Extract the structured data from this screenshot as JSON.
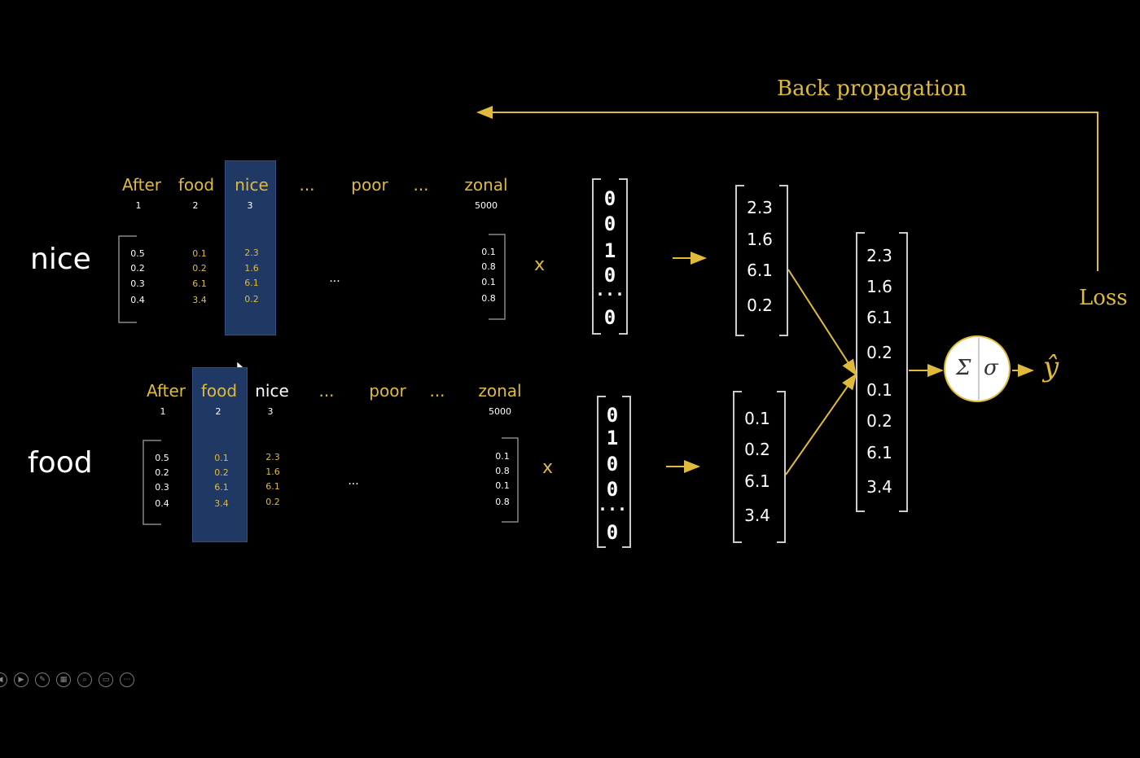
{
  "back_propagation_label": "Back propagation",
  "loss_label": "Loss",
  "sigma_sum": "Σ",
  "sigma_act": "σ",
  "y_hat": "ŷ",
  "times_symbol": "x",
  "ellipsis": "...",
  "rows": [
    {
      "word": "nice",
      "headers": [
        "After",
        "food",
        "nice",
        "...",
        "poor",
        "...",
        "zonal"
      ],
      "indices": [
        "1",
        "2",
        "3",
        "5000"
      ],
      "col1": [
        "0.5",
        "0.2",
        "0.3",
        "0.4"
      ],
      "col2": [
        "0.1",
        "0.2",
        "6.1",
        "3.4"
      ],
      "col3": [
        "2.3",
        "1.6",
        "6.1",
        "0.2"
      ],
      "collast": [
        "0.1",
        "0.8",
        "0.1",
        "0.8"
      ],
      "onehot": [
        "0",
        "0",
        "1",
        "0",
        "...",
        "0"
      ],
      "embedding": [
        "2.3",
        "1.6",
        "6.1",
        "0.2"
      ]
    },
    {
      "word": "food",
      "headers": [
        "After",
        "food",
        "nice",
        "...",
        "poor",
        "...",
        "zonal"
      ],
      "indices": [
        "1",
        "2",
        "3",
        "5000"
      ],
      "col1": [
        "0.5",
        "0.2",
        "0.3",
        "0.4"
      ],
      "col2": [
        "0.1",
        "0.2",
        "6.1",
        "3.4"
      ],
      "col3": [
        "2.3",
        "1.6",
        "6.1",
        "0.2"
      ],
      "collast": [
        "0.1",
        "0.8",
        "0.1",
        "0.8"
      ],
      "onehot": [
        "0",
        "1",
        "0",
        "0",
        "...",
        "0"
      ],
      "embedding": [
        "0.1",
        "0.2",
        "6.1",
        "3.4"
      ]
    }
  ],
  "concat_vector": [
    "2.3",
    "1.6",
    "6.1",
    "0.2",
    "0.1",
    "0.2",
    "6.1",
    "3.4"
  ],
  "toolbar": [
    "prev-icon",
    "next-icon",
    "pen-icon",
    "slides-icon",
    "zoom-icon",
    "subtitles-icon",
    "more-icon"
  ],
  "colors": {
    "accent": "#e0bb3b",
    "highlight": "#1f3864",
    "background": "#000000"
  }
}
